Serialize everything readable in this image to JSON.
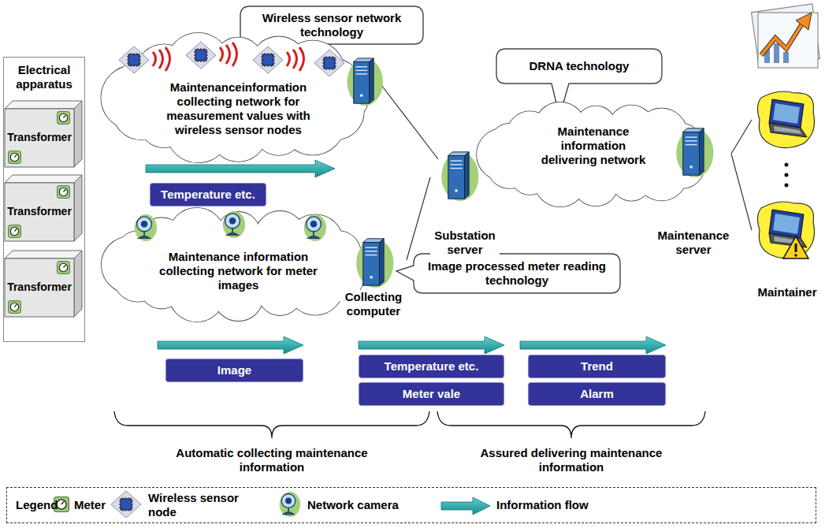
{
  "diagram": {
    "nodes": [
      {
        "text": [
          "Electrical apparatus"
        ]
      },
      {
        "text": [
          "Transformer"
        ],
        "in": 0
      },
      {
        "text": [
          "Transformer"
        ],
        "in": 0
      },
      {
        "text": [
          "Transformer"
        ],
        "in": 0
      },
      {
        "text": [
          "Wireless sensor network technology"
        ]
      },
      {
        "text": [
          "Maintenanceinformation collecting network for measurement values with wireless sensor nodes"
        ]
      },
      {
        "text": [
          "Temperature etc."
        ]
      },
      {
        "text": [
          "Maintenance information collecting network for meter images"
        ]
      },
      {
        "text": [
          "Image processed meter reading technology"
        ]
      },
      {
        "text": [
          "Collecting computer"
        ]
      },
      {
        "text": [
          "DRNA technology"
        ]
      },
      {
        "text": [
          "Substation server"
        ]
      },
      {
        "text": [
          "Maintenance information delivering network"
        ]
      },
      {
        "text": [
          "Maintenance server"
        ]
      },
      {
        "text": [
          "Maintainer"
        ]
      },
      {
        "text": [
          "Image"
        ]
      },
      {
        "text": [
          "Temperature etc."
        ]
      },
      {
        "text": [
          "Meter vale"
        ]
      },
      {
        "text": [
          "Trend"
        ]
      },
      {
        "text": [
          "Alarm"
        ]
      }
    ],
    "edges": [
      {
        "from": 9,
        "to": 11,
        "arrow": "none"
      },
      {
        "from": 13,
        "to": 14,
        "arrow": "none"
      }
    ],
    "labels": [
      "Automatic collecting maintenance information",
      "Assured delivering maintenance information",
      "Legend"
    ],
    "legend": [
      {
        "text": "Meter"
      },
      {
        "text": "Wireless sensor node"
      },
      {
        "text": "Network camera"
      },
      {
        "text": "Information flow"
      }
    ]
  }
}
